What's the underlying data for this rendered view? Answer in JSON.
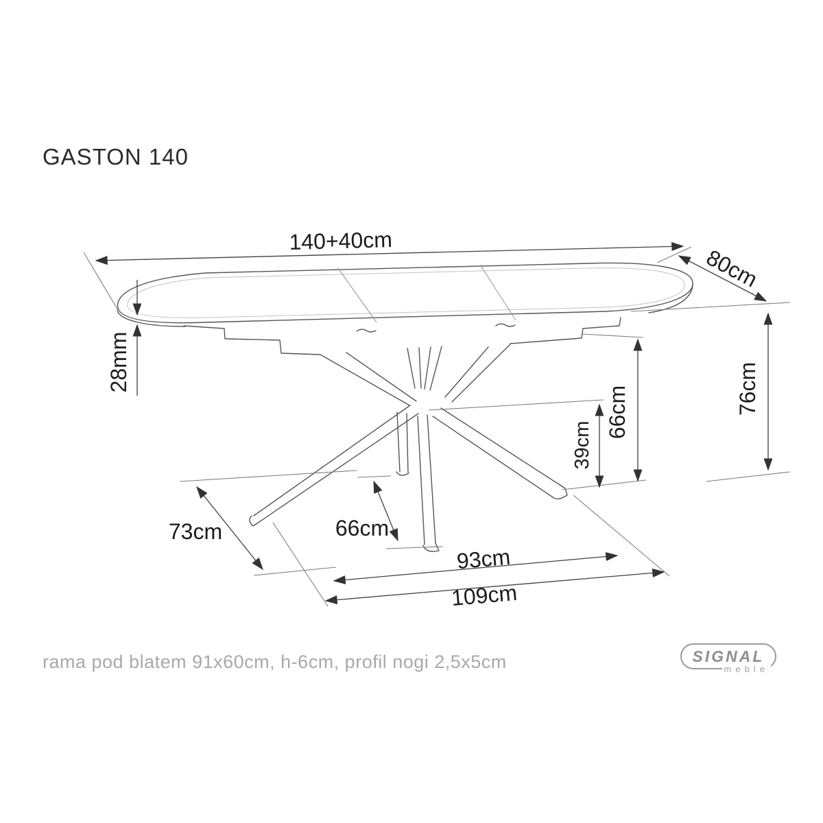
{
  "title": "GASTON 140",
  "drawing": {
    "dimensions": {
      "length": "140+40cm",
      "depth": "80cm",
      "top_thickness": "28mm",
      "height": "76cm",
      "frame_height": "66cm",
      "clearance_height": "39cm",
      "base_depth": "73cm",
      "strut_length": "66cm",
      "base_width": "93cm",
      "base_span": "109cm"
    }
  },
  "footnote": "rama pod blatem 91x60cm, h-6cm, profil nogi 2,5x5cm",
  "logo": {
    "brand": "SIGNAL",
    "sub": "meble"
  }
}
